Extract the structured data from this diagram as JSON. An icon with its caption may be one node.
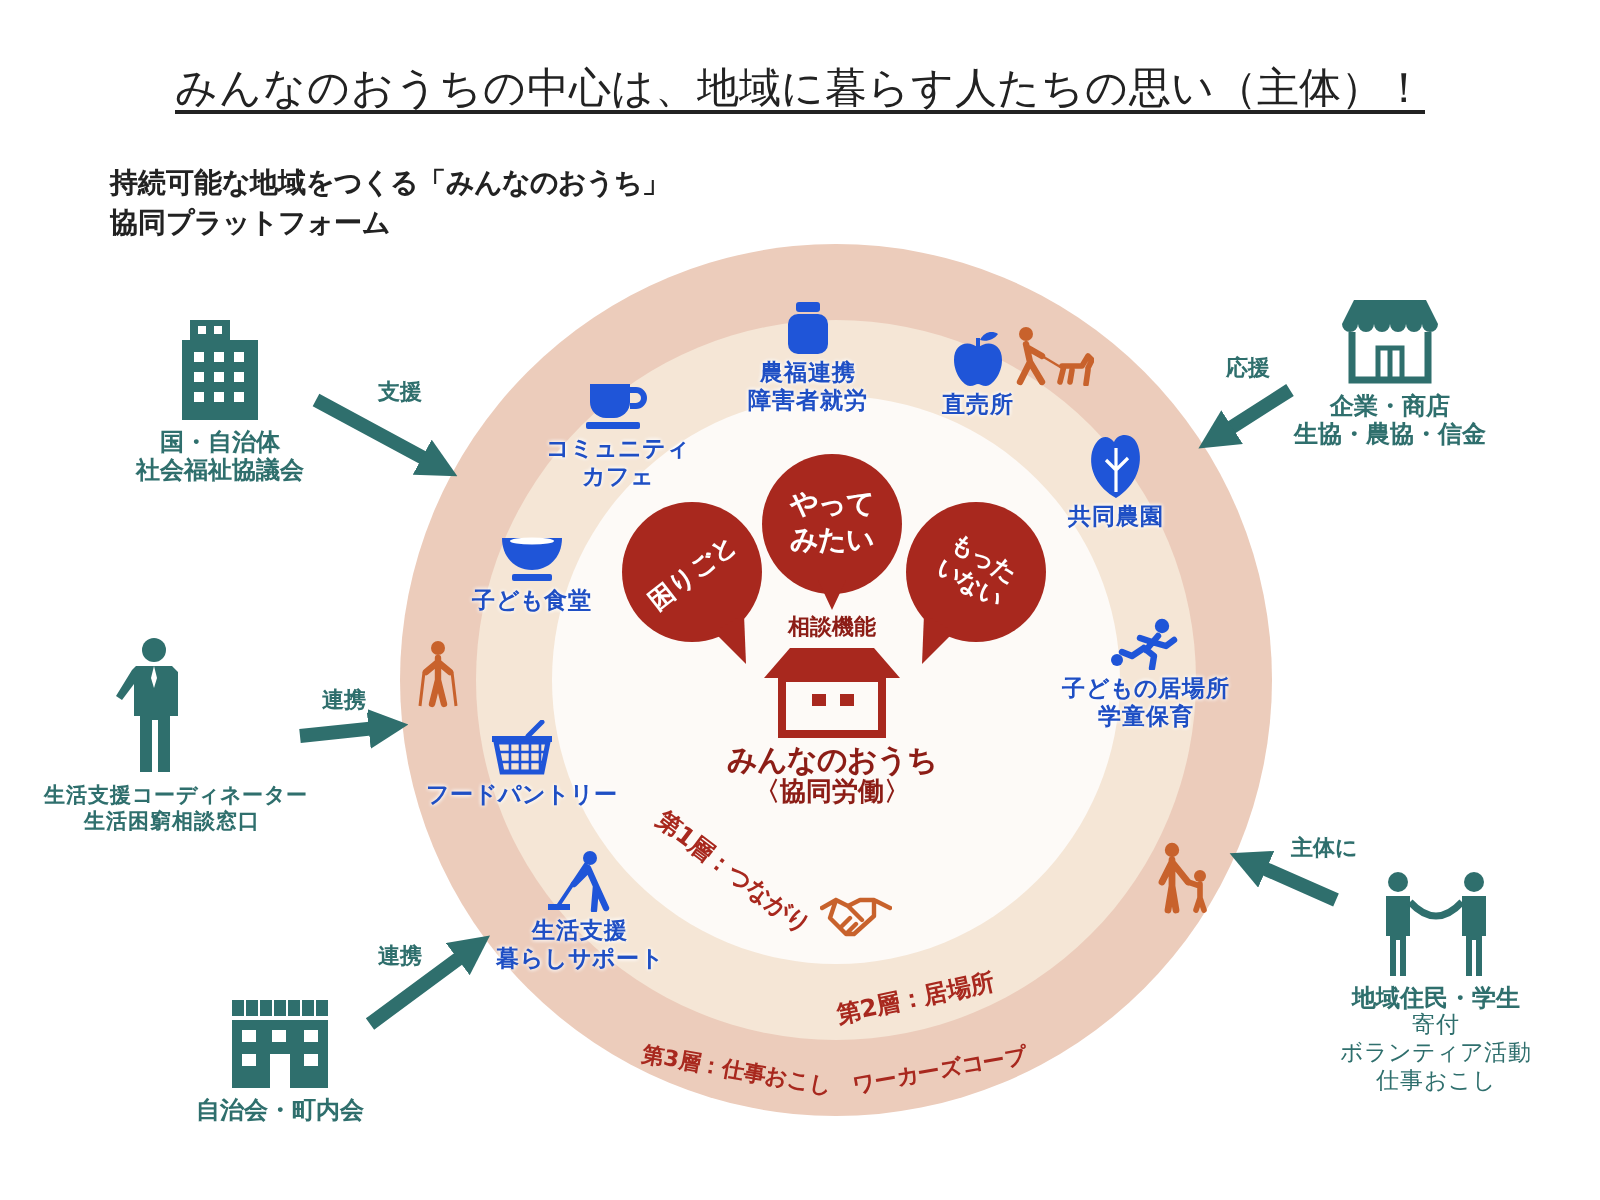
{
  "diagram": {
    "title": "みんなのおうちの中心は、地域に暮らす人たちの思い（主体）！",
    "nodes": [
      {
        "text": [
          "国・自治体",
          "社会福祉協議会"
        ]
      },
      {
        "text": [
          "企業・商店",
          "生協・農協・信金"
        ]
      },
      {
        "text": [
          "第3層：仕事おこし",
          "ワーカーズコープ"
        ]
      },
      {
        "text": [
          "第2層：居場所"
        ],
        "in": 2
      },
      {
        "text": [
          "第1層：つながり"
        ],
        "in": 3
      },
      {
        "text": [
          "やってみたい"
        ],
        "in": 4
      },
      {
        "text": [
          "困りごと"
        ],
        "in": 4
      },
      {
        "text": [
          "もったいない"
        ],
        "in": 4
      },
      {
        "text": [
          "みんなのおうち",
          "〈協同労働〉"
        ],
        "in": 4
      },
      {
        "text": [
          "生活支援コーディネーター",
          "生活困窮相談窓口"
        ]
      },
      {
        "text": [
          "地域住民・学生",
          "寄付",
          "ボランティア活動",
          "仕事おこし"
        ]
      },
      {
        "text": [
          "自治会・町内会"
        ]
      }
    ],
    "edges": [
      {
        "from": 0,
        "to": 2,
        "arrow": "to",
        "label": "支援"
      },
      {
        "from": 1,
        "to": 2,
        "arrow": "to",
        "label": "応援"
      },
      {
        "from": 9,
        "to": 2,
        "arrow": "to",
        "label": "連携"
      },
      {
        "from": 10,
        "to": 2,
        "arrow": "to",
        "label": "主体に"
      },
      {
        "from": 11,
        "to": 2,
        "arrow": "to",
        "label": "連携"
      }
    ],
    "labels": [
      "持続可能な地域をつくる「みんなのおうち」協同プラットフォーム",
      "農福連携",
      "障害者就労",
      "直売所",
      "コミュニティカフェ",
      "共同農園",
      "子ども食堂",
      "相談機能",
      "子どもの居場所",
      "学童保育",
      "フードパントリー",
      "生活支援",
      "暮らしサポート"
    ]
  }
}
